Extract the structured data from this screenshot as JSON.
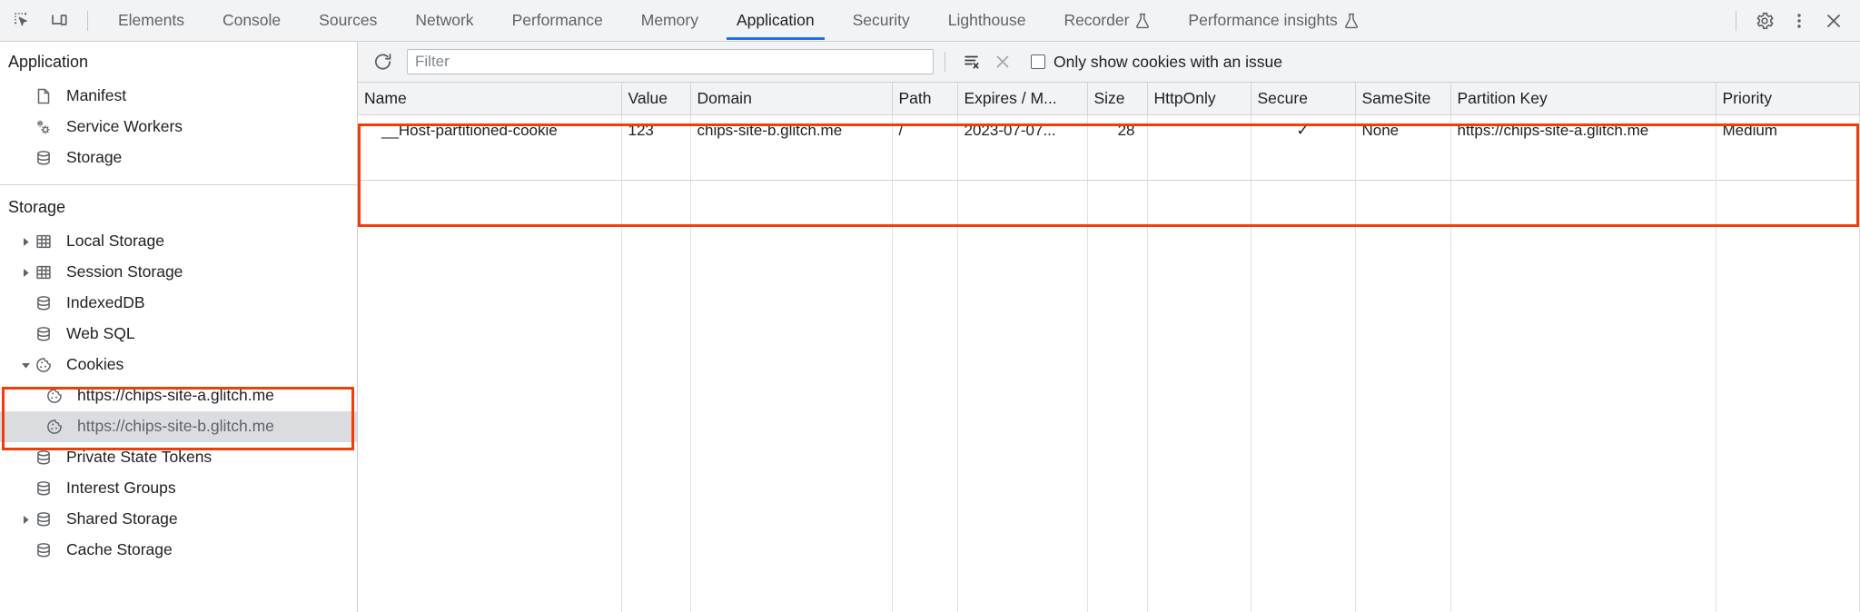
{
  "topbar": {
    "left_icons": [
      {
        "name": "inspect-element-icon",
        "label": "Inspect element"
      },
      {
        "name": "device-toolbar-icon",
        "label": "Toggle device toolbar"
      }
    ],
    "tabs": [
      {
        "label": "Elements",
        "active": false,
        "experimental": false
      },
      {
        "label": "Console",
        "active": false,
        "experimental": false
      },
      {
        "label": "Sources",
        "active": false,
        "experimental": false
      },
      {
        "label": "Network",
        "active": false,
        "experimental": false
      },
      {
        "label": "Performance",
        "active": false,
        "experimental": false
      },
      {
        "label": "Memory",
        "active": false,
        "experimental": false
      },
      {
        "label": "Application",
        "active": true,
        "experimental": false
      },
      {
        "label": "Security",
        "active": false,
        "experimental": false
      },
      {
        "label": "Lighthouse",
        "active": false,
        "experimental": false
      },
      {
        "label": "Recorder",
        "active": false,
        "experimental": true
      },
      {
        "label": "Performance insights",
        "active": false,
        "experimental": true
      }
    ],
    "right_icons": [
      {
        "name": "settings-gear-icon",
        "label": "Settings"
      },
      {
        "name": "more-options-icon",
        "label": "Customize and control DevTools"
      },
      {
        "name": "close-devtools-icon",
        "label": "Close DevTools"
      }
    ],
    "active_tab_underline_color": "#1a73e8"
  },
  "sidebar": {
    "application_section": {
      "title": "Application",
      "items": [
        {
          "label": "Manifest",
          "icon": "document-icon",
          "expandable": false,
          "selected": false
        },
        {
          "label": "Service Workers",
          "icon": "gears-icon",
          "expandable": false,
          "selected": false
        },
        {
          "label": "Storage",
          "icon": "database-icon",
          "expandable": false,
          "selected": false
        }
      ]
    },
    "storage_section": {
      "title": "Storage",
      "items": [
        {
          "label": "Local Storage",
          "icon": "table-icon",
          "expandable": true,
          "expanded": false,
          "selected": false,
          "level": 1
        },
        {
          "label": "Session Storage",
          "icon": "table-icon",
          "expandable": true,
          "expanded": false,
          "selected": false,
          "level": 1
        },
        {
          "label": "IndexedDB",
          "icon": "database-icon",
          "expandable": false,
          "expanded": false,
          "selected": false,
          "level": 1
        },
        {
          "label": "Web SQL",
          "icon": "database-icon",
          "expandable": false,
          "expanded": false,
          "selected": false,
          "level": 1
        },
        {
          "label": "Cookies",
          "icon": "cookie-icon",
          "expandable": true,
          "expanded": true,
          "selected": false,
          "level": 1
        },
        {
          "label": "https://chips-site-a.glitch.me",
          "icon": "cookie-icon",
          "expandable": false,
          "expanded": false,
          "selected": false,
          "level": 2
        },
        {
          "label": "https://chips-site-b.glitch.me",
          "icon": "cookie-icon",
          "expandable": false,
          "expanded": false,
          "selected": true,
          "level": 2
        },
        {
          "label": "Private State Tokens",
          "icon": "database-icon",
          "expandable": false,
          "expanded": false,
          "selected": false,
          "level": 1
        },
        {
          "label": "Interest Groups",
          "icon": "database-icon",
          "expandable": false,
          "expanded": false,
          "selected": false,
          "level": 1
        },
        {
          "label": "Shared Storage",
          "icon": "database-icon",
          "expandable": true,
          "expanded": false,
          "selected": false,
          "level": 1
        },
        {
          "label": "Cache Storage",
          "icon": "database-icon",
          "expandable": false,
          "expanded": false,
          "selected": false,
          "level": 1
        }
      ]
    },
    "highlight_color": "#f63b0a"
  },
  "filterbar": {
    "refresh_icon": "refresh-icon",
    "filter_placeholder": "Filter",
    "filter_value": "",
    "clear_filters_icon": "clear-filters-icon",
    "close_icon": "close-icon",
    "issue_checkbox_label": "Only show cookies with an issue",
    "issue_checkbox_checked": false
  },
  "table": {
    "columns": [
      "Name",
      "Value",
      "Domain",
      "Path",
      "Expires / M...",
      "Size",
      "HttpOnly",
      "Secure",
      "SameSite",
      "Partition Key",
      "Priority"
    ],
    "rows": [
      {
        "name": "__Host-partitioned-cookie",
        "value": "123",
        "domain": "chips-site-b.glitch.me",
        "path": "/",
        "expires": "2023-07-07...",
        "size": "28",
        "httponly": "",
        "secure": "✓",
        "samesite": "None",
        "partition_key": "https://chips-site-a.glitch.me",
        "priority": "Medium"
      }
    ],
    "highlight_color": "#f63b0a"
  }
}
